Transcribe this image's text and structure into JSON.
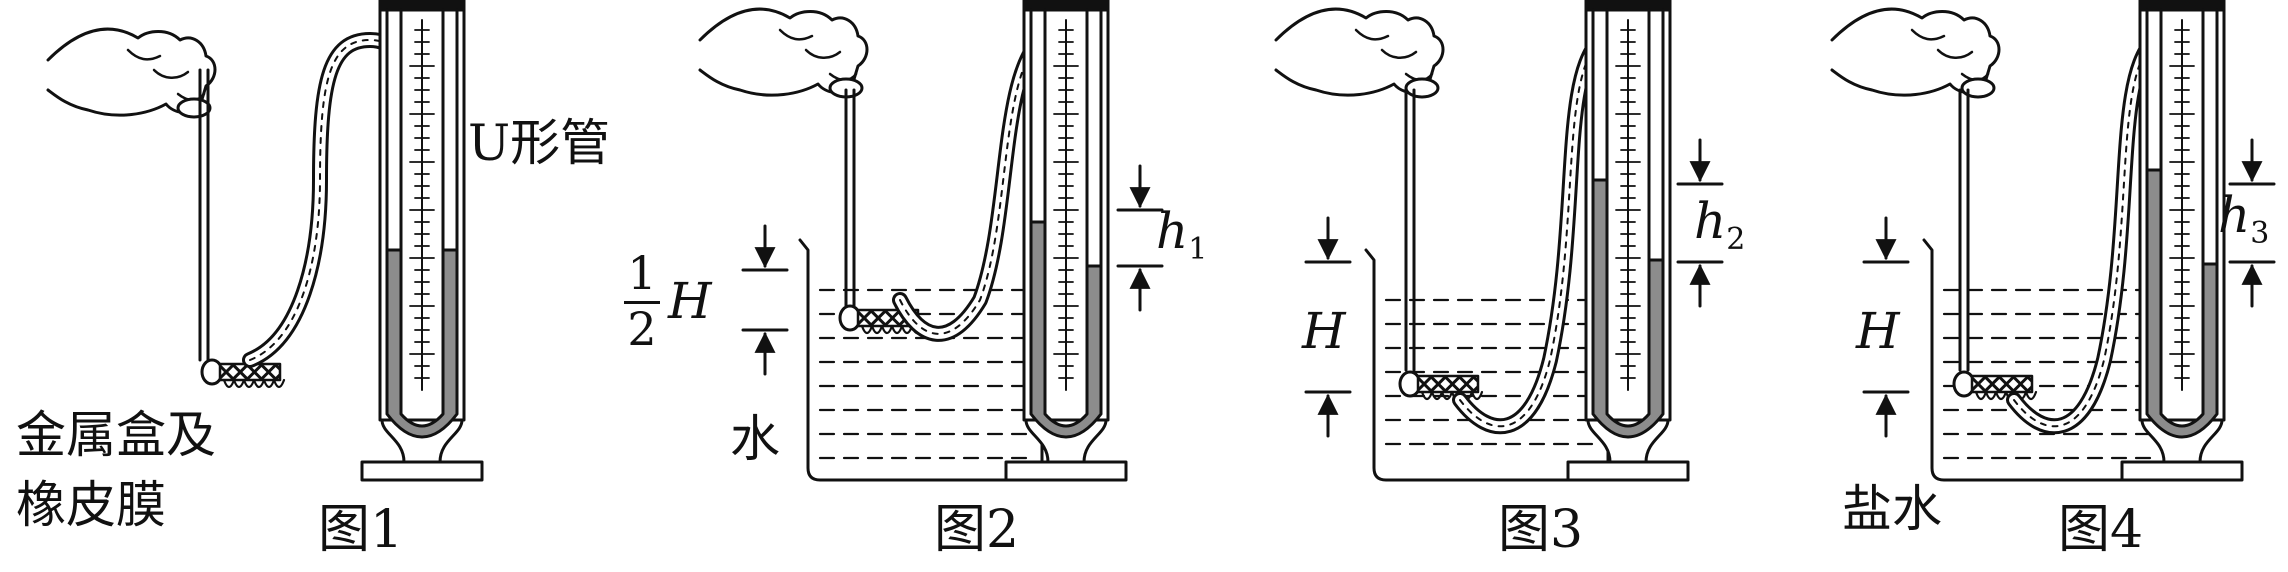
{
  "colors": {
    "ink": "#111111",
    "liquid": "#8c8c8c",
    "glass": "#ffffff"
  },
  "icons": [
    "hand-icon",
    "metal-box-icon",
    "u-tube-icon",
    "beaker-icon",
    "arrow-icon"
  ],
  "figure1": {
    "caption": "图1",
    "probe_label": "金属盒及",
    "probe_label2": "橡皮膜",
    "tube_label": "U形管"
  },
  "figure2": {
    "caption": "图2",
    "depth_num": "1",
    "depth_den": "2",
    "depth_var": "H",
    "liquid_label": "水",
    "diff_var": "h",
    "diff_sub": "1"
  },
  "figure3": {
    "caption": "图3",
    "depth_var": "H",
    "diff_var": "h",
    "diff_sub": "2"
  },
  "figure4": {
    "caption": "图4",
    "depth_var": "H",
    "liquid_label": "盐水",
    "diff_var": "h",
    "diff_sub": "3"
  }
}
